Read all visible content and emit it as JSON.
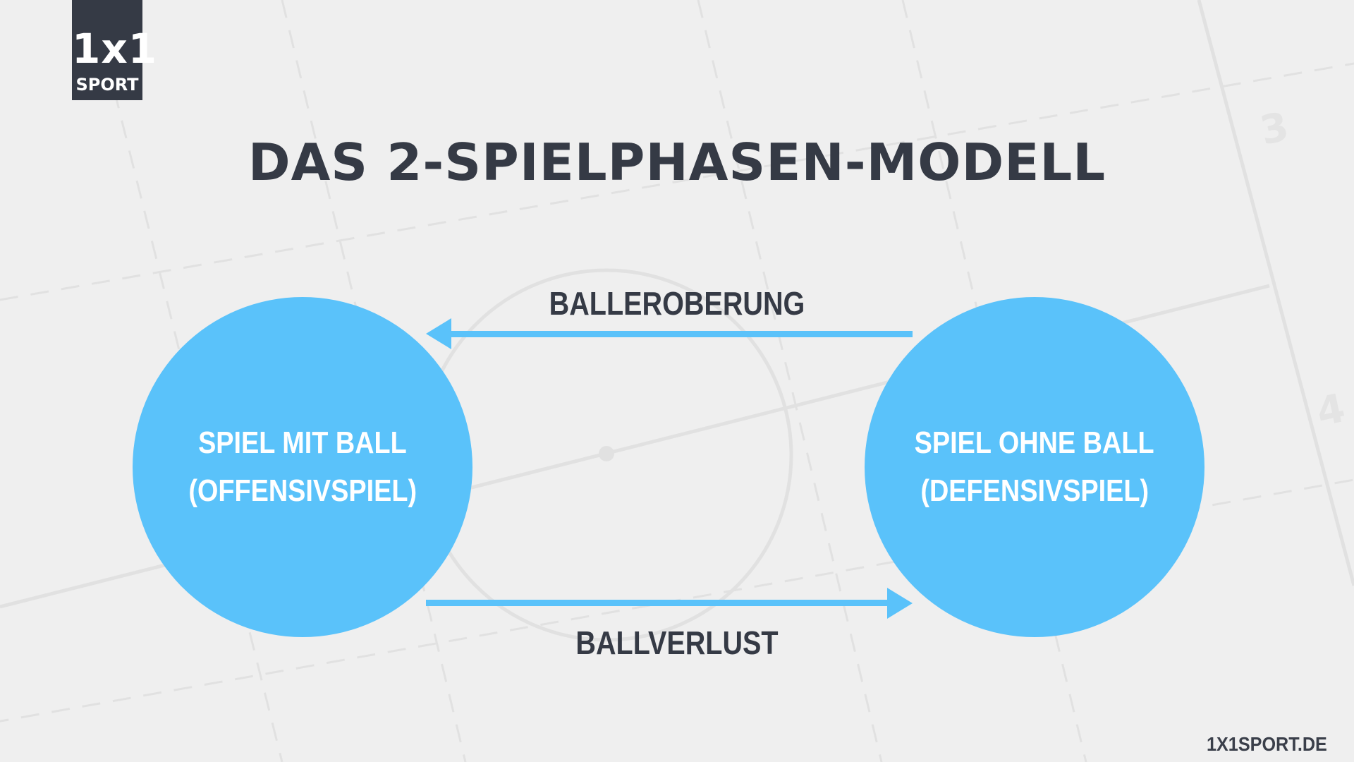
{
  "logo": {
    "mark": "1x1",
    "word": "SPORT"
  },
  "title": "DAS 2-SPIELPHASEN-MODELL",
  "background": {
    "field_numbers": [
      "3",
      "4"
    ]
  },
  "nodes": [
    {
      "id": "offense",
      "line1": "SPIEL MIT BALL",
      "line2": "(OFFENSIVSPIEL)"
    },
    {
      "id": "defense",
      "line1": "SPIEL OHNE BALL",
      "line2": "(DEFENSIVSPIEL)"
    }
  ],
  "edges": [
    {
      "from": "defense",
      "to": "offense",
      "label": "BALLEROBERUNG"
    },
    {
      "from": "offense",
      "to": "defense",
      "label": "BALLVERLUST"
    }
  ],
  "footer": "1X1SPORT.DE",
  "colors": {
    "background": "#efefef",
    "circle": "#5ac2fa",
    "arrow": "#5ac2fa",
    "text_dark": "#353a45",
    "field_lines": "#e1e1e1"
  }
}
